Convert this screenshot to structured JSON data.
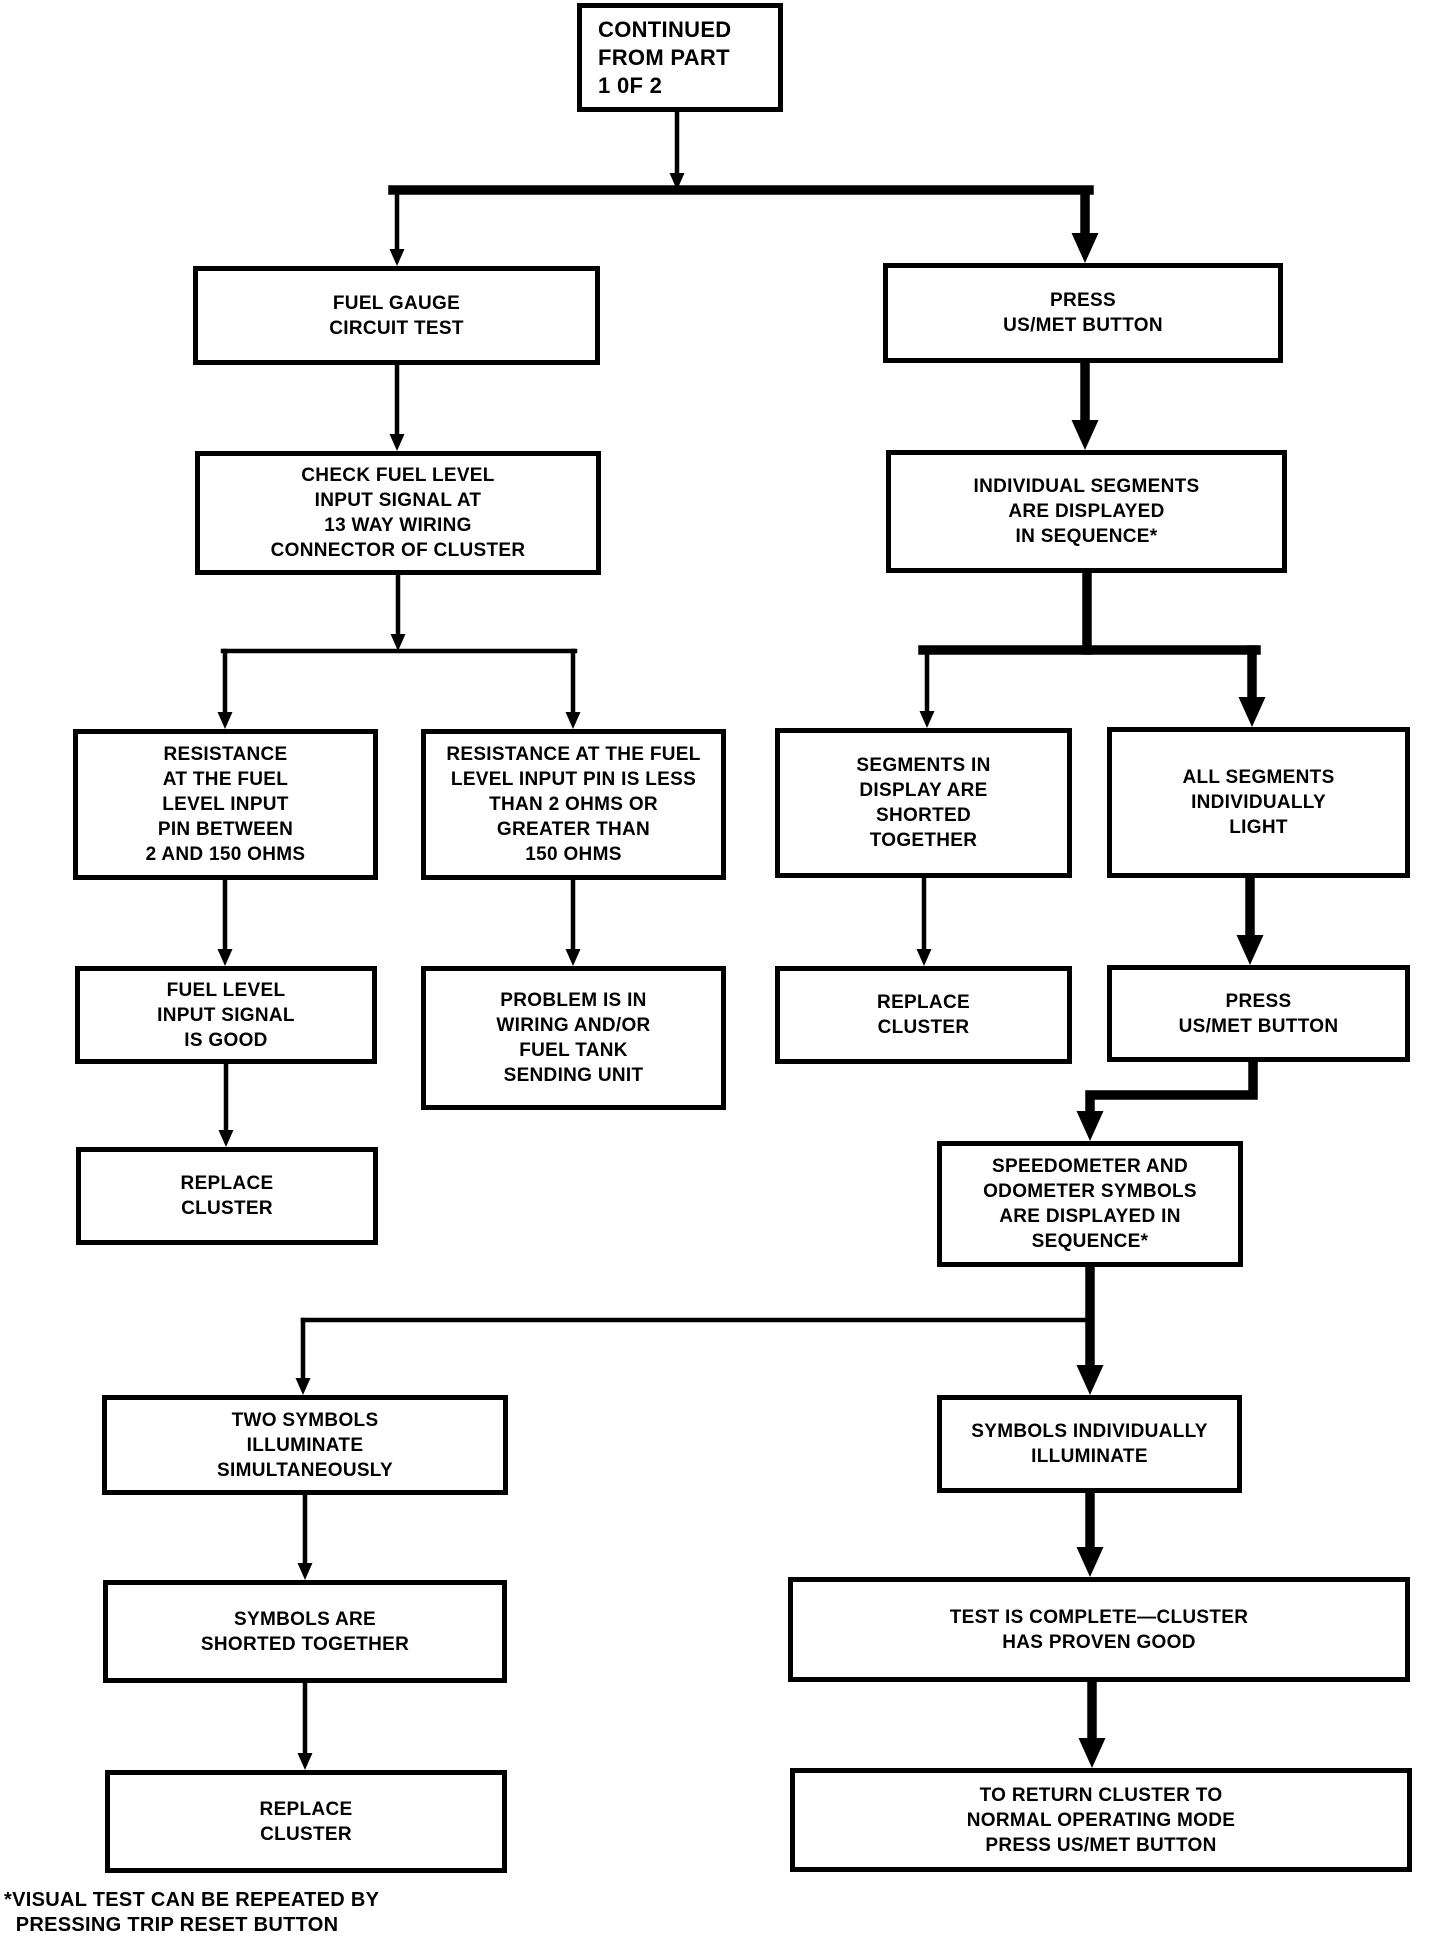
{
  "title": "Instrument cluster diagnostic flowchart (part 2 of 2)",
  "colors": {
    "background": "#ffffff",
    "line": "#000000",
    "text": "#000000"
  },
  "boxes": [
    {
      "id": "continued-from-part-box",
      "text": "CONTINUED\nFROM PART\n1 0F 2"
    },
    {
      "id": "fuel-gauge-circuit-test-box",
      "text": "FUEL GAUGE\nCIRCUIT TEST"
    },
    {
      "id": "press-us-met-button-box-1",
      "text": "PRESS\nUS/MET BUTTON"
    },
    {
      "id": "check-fuel-level-input-box",
      "text": "CHECK FUEL LEVEL\nINPUT SIGNAL AT\n13 WAY WIRING\nCONNECTOR OF CLUSTER"
    },
    {
      "id": "individual-segments-displayed-box",
      "text": "INDIVIDUAL SEGMENTS\nARE DISPLAYED\nIN SEQUENCE*"
    },
    {
      "id": "resistance-in-range-box",
      "text": "RESISTANCE\nAT THE FUEL\nLEVEL INPUT\nPIN BETWEEN\n2 AND 150 OHMS"
    },
    {
      "id": "resistance-out-of-range-box",
      "text": "RESISTANCE AT THE FUEL\nLEVEL INPUT PIN IS LESS\nTHAN 2 OHMS OR\nGREATER THAN\n150 OHMS"
    },
    {
      "id": "segments-shorted-together-box",
      "text": "SEGMENTS IN\nDISPLAY ARE\nSHORTED\nTOGETHER"
    },
    {
      "id": "all-segments-individually-light-box",
      "text": "ALL SEGMENTS\nINDIVIDUALLY\nLIGHT"
    },
    {
      "id": "fuel-level-input-good-box",
      "text": "FUEL LEVEL\nINPUT SIGNAL\nIS GOOD"
    },
    {
      "id": "problem-in-wiring-box",
      "text": "PROBLEM IS IN\nWIRING AND/OR\nFUEL TANK\nSENDING UNIT"
    },
    {
      "id": "replace-cluster-box-1",
      "text": "REPLACE\nCLUSTER"
    },
    {
      "id": "replace-cluster-box-2",
      "text": "REPLACE\nCLUSTER"
    },
    {
      "id": "press-us-met-button-box-2",
      "text": "PRESS\nUS/MET BUTTON"
    },
    {
      "id": "speedometer-odometer-sequence-box",
      "text": "SPEEDOMETER AND\nODOMETER SYMBOLS\nARE DISPLAYED IN\nSEQUENCE*"
    },
    {
      "id": "two-symbols-simultaneously-box",
      "text": "TWO SYMBOLS\nILLUMINATE\nSIMULTANEOUSLY"
    },
    {
      "id": "symbols-individually-illuminate-box",
      "text": "SYMBOLS INDIVIDUALLY\nILLUMINATE"
    },
    {
      "id": "symbols-are-shorted-box",
      "text": "SYMBOLS ARE\nSHORTED TOGETHER"
    },
    {
      "id": "test-complete-box",
      "text": "TEST IS COMPLETE—CLUSTER\nHAS PROVEN GOOD"
    },
    {
      "id": "replace-cluster-box-3",
      "text": "REPLACE\nCLUSTER"
    },
    {
      "id": "to-return-cluster-box",
      "text": "TO RETURN CLUSTER TO\nNORMAL OPERATING MODE\nPRESS US/MET BUTTON"
    }
  ],
  "footnote": {
    "text": "*VISUAL TEST CAN BE REPEATED BY\n  PRESSING TRIP RESET BUTTON"
  }
}
